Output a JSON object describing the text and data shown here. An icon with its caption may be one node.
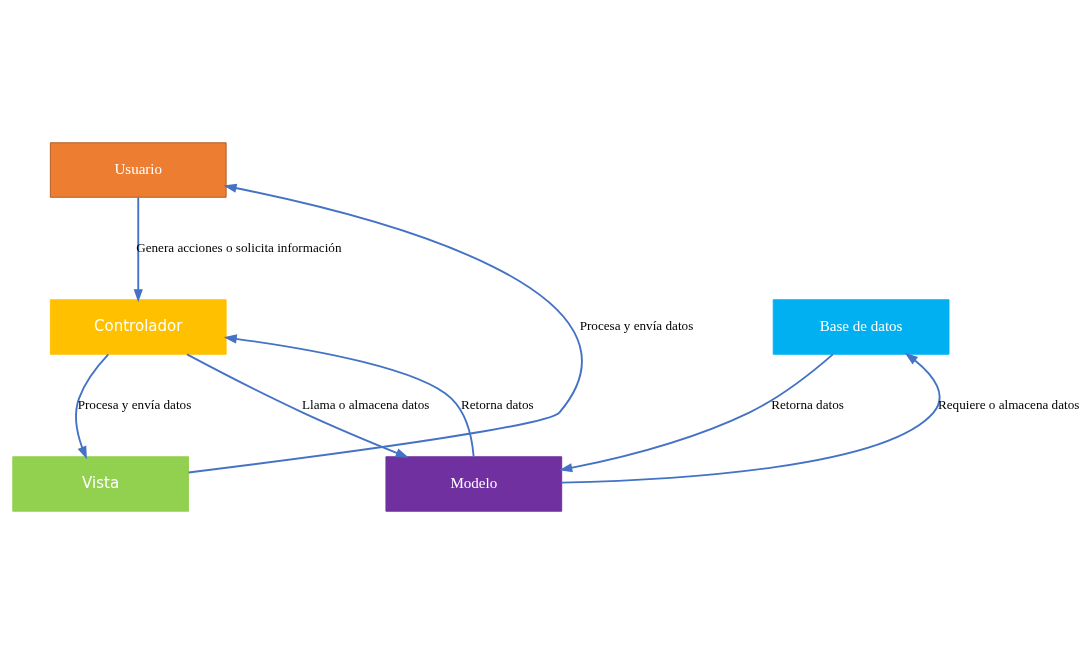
{
  "diagram": {
    "nodes": [
      {
        "text": [
          "Usuario"
        ]
      },
      {
        "text": [
          "Controlador"
        ]
      },
      {
        "text": [
          "Modelo"
        ]
      },
      {
        "text": [
          "Base de datos"
        ]
      },
      {
        "text": [
          "Vista"
        ]
      }
    ],
    "edges": [
      {
        "from": 0,
        "to": 1,
        "arrow": "to",
        "label": "Genera acciones o solicita información"
      },
      {
        "from": 1,
        "to": 2,
        "arrow": "to",
        "label": "Llama o almacena datos"
      },
      {
        "from": 2,
        "to": 1,
        "arrow": "to",
        "label": "Retorna datos"
      },
      {
        "from": 2,
        "to": 3,
        "arrow": "to",
        "label": "Requiere o almacena datos"
      },
      {
        "from": 3,
        "to": 2,
        "arrow": "to",
        "label": "Retorna datos"
      },
      {
        "from": 1,
        "to": 4,
        "arrow": "to",
        "label": "Procesa y envía datos"
      },
      {
        "from": 4,
        "to": 0,
        "arrow": "to",
        "label": "Procesa y envía datos"
      }
    ]
  }
}
